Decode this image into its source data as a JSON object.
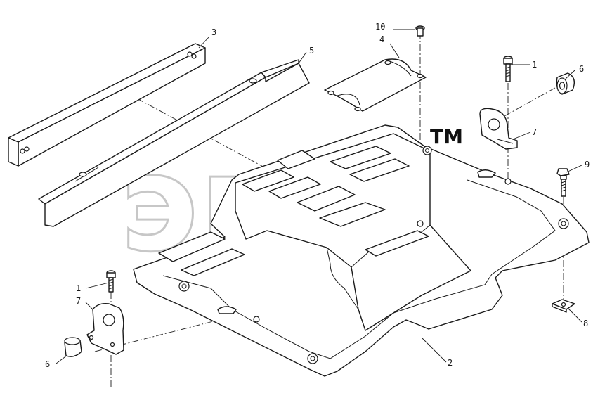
{
  "watermark": {
    "text": "эпар",
    "trademark": "TM"
  },
  "callouts": {
    "c1_top": "1",
    "c1_bottom": "1",
    "c2": "2",
    "c3": "3",
    "c4": "4",
    "c5": "5",
    "c6_top": "6",
    "c6_bottom": "6",
    "c7_top": "7",
    "c7_bottom": "7",
    "c8": "8",
    "c9": "9",
    "c10": "10"
  }
}
